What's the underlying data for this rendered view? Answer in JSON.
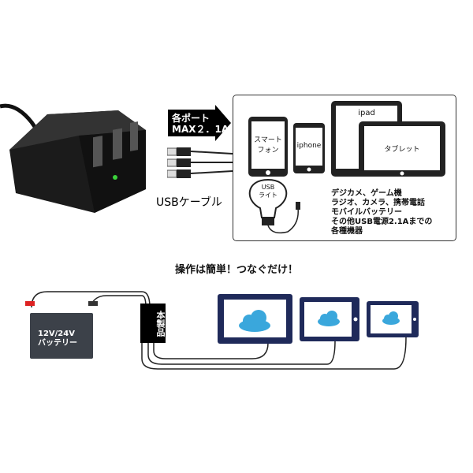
{
  "arrow": {
    "line1": "各ポート",
    "line2": "MAX２．1A"
  },
  "usb_cable_label": "USBケーブル",
  "devices": {
    "smartphone": "スマート\nフォン",
    "iphone": "iphone",
    "ipad": "ipad",
    "tablet": "タブレット",
    "usb_light": "USB\nライト"
  },
  "other_devices": [
    "デジカメ、ゲーム機",
    "ラジオ、カメラ、携帯電話",
    "モバイルバッテリー",
    "その他USB電源2.1Aまでの",
    "各種機器"
  ],
  "headline": "操作は簡単！つなぐだけ！",
  "battery": {
    "line1": "12V/24V",
    "line2": "バッテリー"
  },
  "product_label": "本製品",
  "colors": {
    "navy": "#1f2a5a",
    "cloud": "#3aa7dc",
    "led": "#3bd13b"
  }
}
